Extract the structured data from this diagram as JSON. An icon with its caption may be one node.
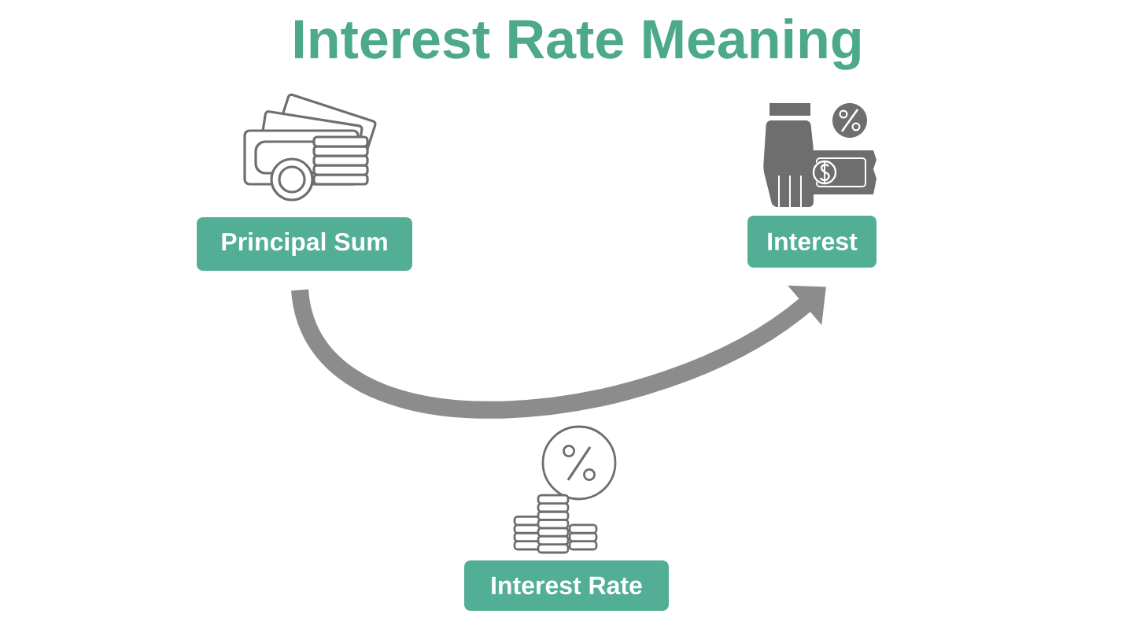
{
  "diagram": {
    "title": "Interest Rate Meaning",
    "nodes": [
      {
        "text": [
          "Principal Sum"
        ]
      },
      {
        "text": [
          "Interest"
        ]
      },
      {
        "text": [
          "Interest Rate"
        ]
      }
    ],
    "edges": [
      {
        "from": 0,
        "to": 1,
        "arrow": "to"
      }
    ]
  }
}
